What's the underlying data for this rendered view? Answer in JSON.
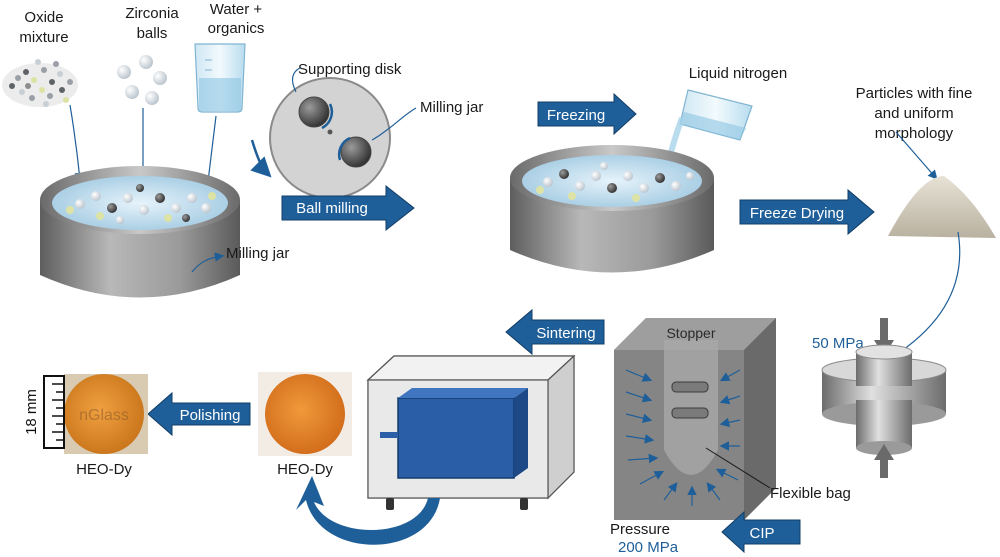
{
  "labels": {
    "oxide_mixture_1": "Oxide",
    "oxide_mixture_2": "mixture",
    "zirconia_balls_1": "Zirconia",
    "zirconia_balls_2": "balls",
    "water_organics_1": "Water +",
    "water_organics_2": "organics",
    "supporting_disk": "Supporting disk",
    "milling_jar_top": "Milling jar",
    "milling_jar_bottom": "Milling jar",
    "liquid_nitrogen": "Liquid nitrogen",
    "particles_1": "Particles with fine",
    "particles_2": "and uniform",
    "particles_3": "morphology",
    "pressure_50": "50 MPa",
    "stopper": "Stopper",
    "flexible_bag": "Flexible bag",
    "pressure_word": "Pressure",
    "pressure_200": "200 MPa",
    "heo_dy_left": "HEO-Dy",
    "heo_dy_middle": "HEO-Dy",
    "scale_18mm": "18 mm",
    "watermark": "nGlass"
  },
  "steps": {
    "ball_milling": "Ball milling",
    "freezing": "Freezing",
    "freeze_drying": "Freeze Drying",
    "sintering": "Sintering",
    "polishing": "Polishing",
    "cip": "CIP"
  },
  "colors": {
    "arrow_fill": "#1f5f99",
    "jar_gray": "#8e8e8e",
    "sample_orange": "#e08a2a",
    "furnace_door": "#2a5ea6",
    "cip_box": "#7d7d7d"
  }
}
